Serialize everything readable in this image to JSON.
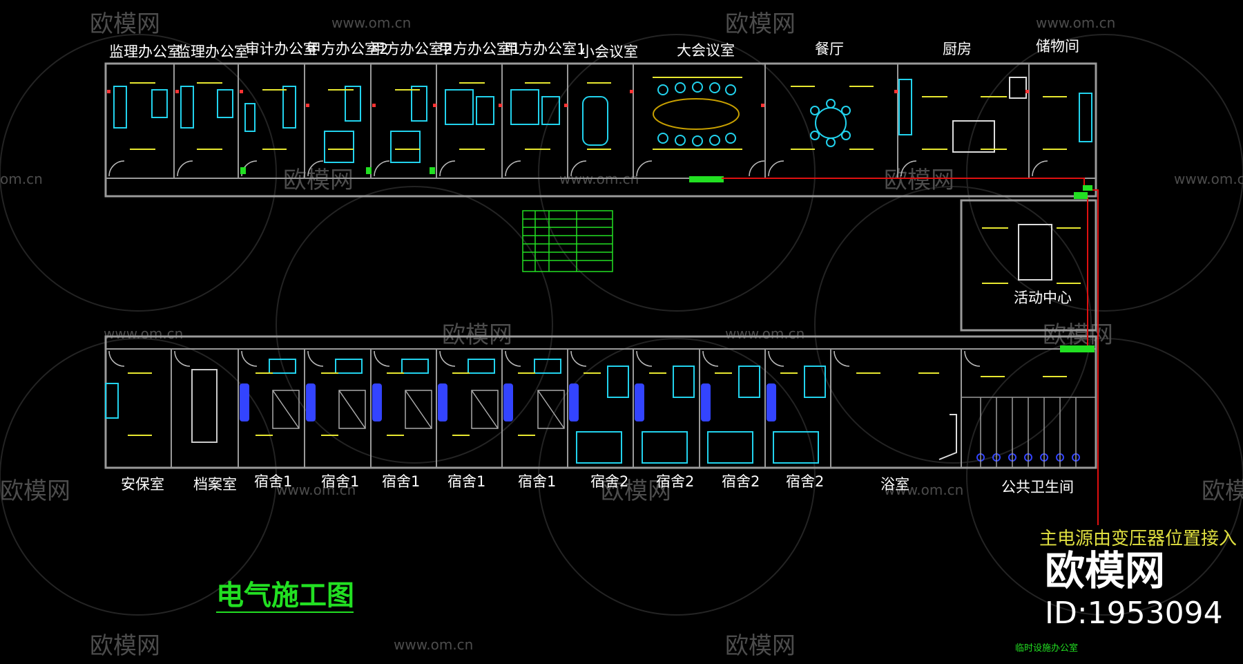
{
  "colors": {
    "background": "#000000",
    "wall": "#9a9a9a",
    "furniture": "#22d3ee",
    "light_fixture": "#e8e830",
    "device": "#ff3333",
    "cable": "#e01010",
    "panel": "#22e022",
    "bed": "#3344ff",
    "watermark": "#5a5a5a"
  },
  "title": "电气施工图",
  "power_note": "主电源由变压器位置接入",
  "bottom_label": "临时设施办公室",
  "brand_badge": {
    "brand": "欧模网",
    "id": "ID:1953094"
  },
  "watermark": {
    "brand": "欧模网",
    "url": "www.om.cn",
    "url_short": "om.cn"
  },
  "top_rooms": [
    "监理办公室",
    "监理办公室",
    "审计办公室",
    "甲方办公室2",
    "甲方办公室2",
    "甲方办公室1",
    "甲方办公室1",
    "小会议室",
    "大会议室",
    "餐厅",
    "厨房",
    "储物间"
  ],
  "right_room": "活动中心",
  "bottom_rooms": [
    "安保室",
    "档案室",
    "宿舍1",
    "宿舍1",
    "宿舍1",
    "宿舍1",
    "宿舍1",
    "宿舍2",
    "宿舍2",
    "宿舍2",
    "宿舍2",
    "浴室",
    "公共卫生间"
  ]
}
